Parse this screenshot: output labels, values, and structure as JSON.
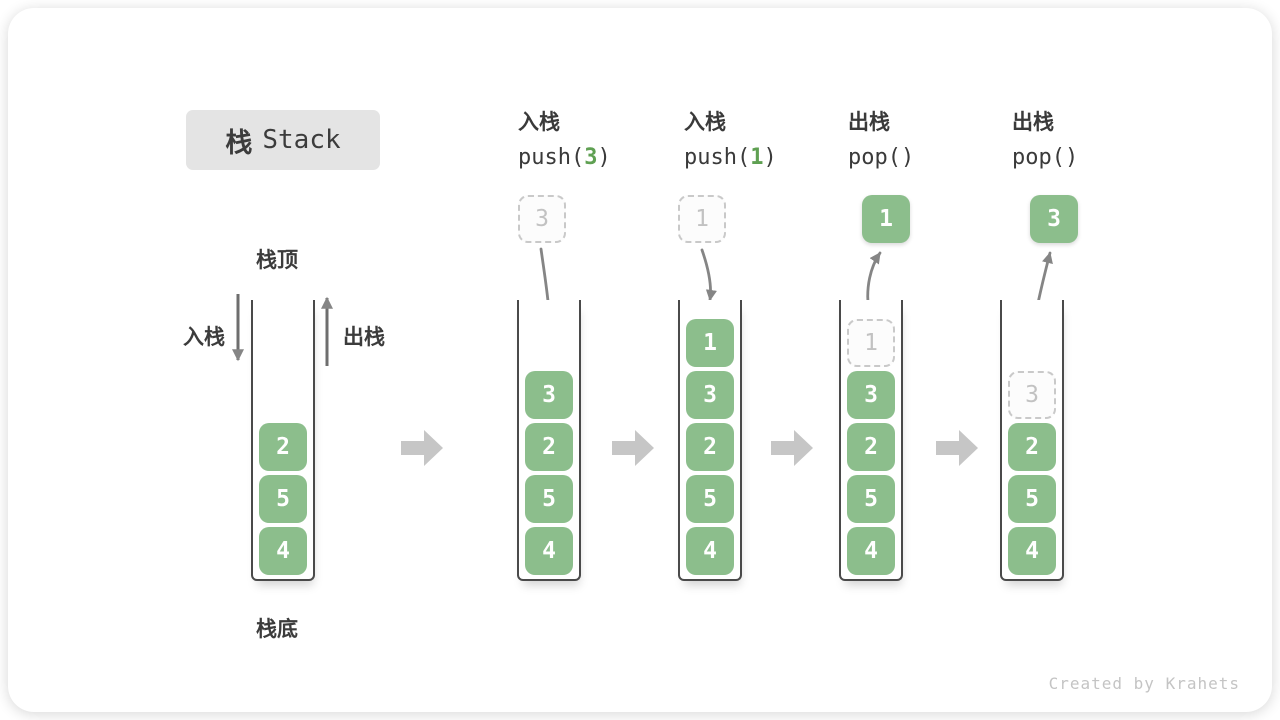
{
  "title": {
    "zh": "栈",
    "en": "Stack"
  },
  "labels": {
    "stack_top": "栈顶",
    "stack_bottom": "栈底",
    "push_in": "入栈",
    "pop_out": "出栈"
  },
  "initial_stack": {
    "cells": [
      "2",
      "5",
      "4"
    ]
  },
  "steps": [
    {
      "op": "入栈",
      "call_pre": "push(",
      "call_arg": "3",
      "call_post": ")",
      "float_value": "3",
      "cells": [
        "3",
        "2",
        "5",
        "4"
      ]
    },
    {
      "op": "入栈",
      "call_pre": "push(",
      "call_arg": "1",
      "call_post": ")",
      "float_value": "1",
      "cells": [
        "1",
        "3",
        "2",
        "5",
        "4"
      ]
    },
    {
      "op": "出栈",
      "call_pre": "pop(",
      "call_arg": "",
      "call_post": ")",
      "float_value": "1",
      "ghost_value": "1",
      "cells": [
        "3",
        "2",
        "5",
        "4"
      ]
    },
    {
      "op": "出栈",
      "call_pre": "pop(",
      "call_arg": "",
      "call_post": ")",
      "float_value": "3",
      "ghost_value": "3",
      "cells": [
        "2",
        "5",
        "4"
      ]
    }
  ],
  "watermark": "Created by Krahets",
  "colors": {
    "cell_green": "#8cbe8c",
    "arg_green": "#5fa052",
    "ghost_border": "#c9c9c9",
    "ghost_text": "#c2c2c2",
    "flow_arrow_gray": "#858585",
    "step_arrow_gray": "#c6c6c6",
    "tube_border": "#4a4a4a",
    "title_bg": "#e4e4e4",
    "text_dark": "#3c3c3c",
    "watermark_gray": "#c4c4c4"
  }
}
